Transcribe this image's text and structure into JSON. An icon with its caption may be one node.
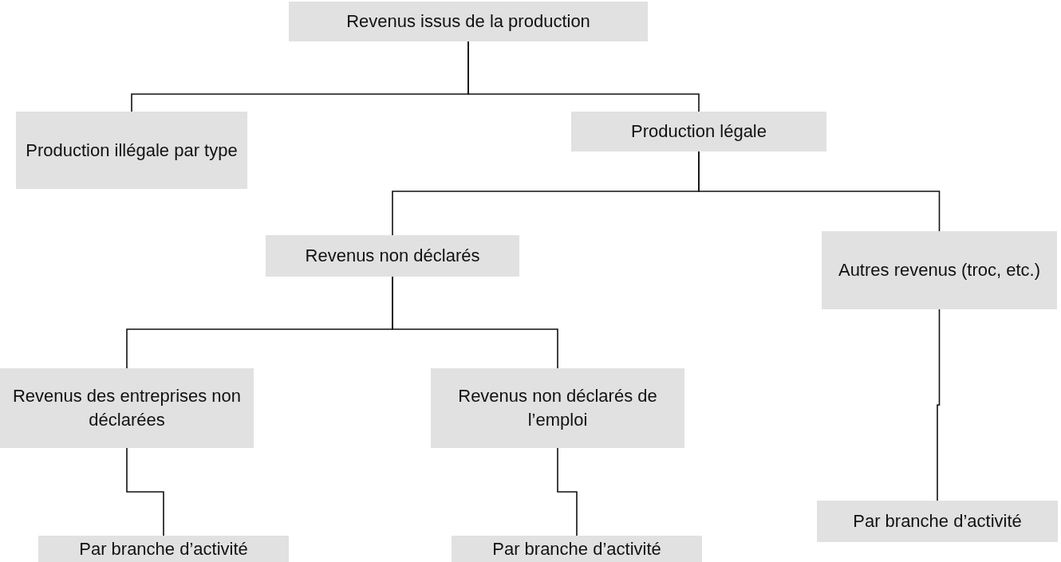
{
  "diagram": {
    "nodes": [
      {
        "text": [
          "Revenus issus de la production"
        ]
      },
      {
        "text": [
          "Production illégale par type"
        ]
      },
      {
        "text": [
          "Production légale"
        ]
      },
      {
        "text": [
          "Revenus non déclarés"
        ]
      },
      {
        "text": [
          "Autres revenus (troc, etc.)"
        ]
      },
      {
        "text": [
          "Revenus des entreprises non déclarées"
        ]
      },
      {
        "text": [
          "Revenus non déclarés de l’emploi"
        ]
      },
      {
        "text": [
          "Par branche d’activité"
        ]
      },
      {
        "text": [
          "Par branche d’activité"
        ]
      },
      {
        "text": [
          "Par branche d’activité"
        ]
      }
    ],
    "edges": [
      {
        "from": 0,
        "to": 1,
        "arrow": "none"
      },
      {
        "from": 0,
        "to": 2,
        "arrow": "none"
      },
      {
        "from": 2,
        "to": 3,
        "arrow": "none"
      },
      {
        "from": 2,
        "to": 4,
        "arrow": "none"
      },
      {
        "from": 3,
        "to": 5,
        "arrow": "none"
      },
      {
        "from": 3,
        "to": 6,
        "arrow": "none"
      },
      {
        "from": 4,
        "to": 7,
        "arrow": "none"
      },
      {
        "from": 5,
        "to": 8,
        "arrow": "none"
      },
      {
        "from": 6,
        "to": 9,
        "arrow": "none"
      }
    ]
  }
}
